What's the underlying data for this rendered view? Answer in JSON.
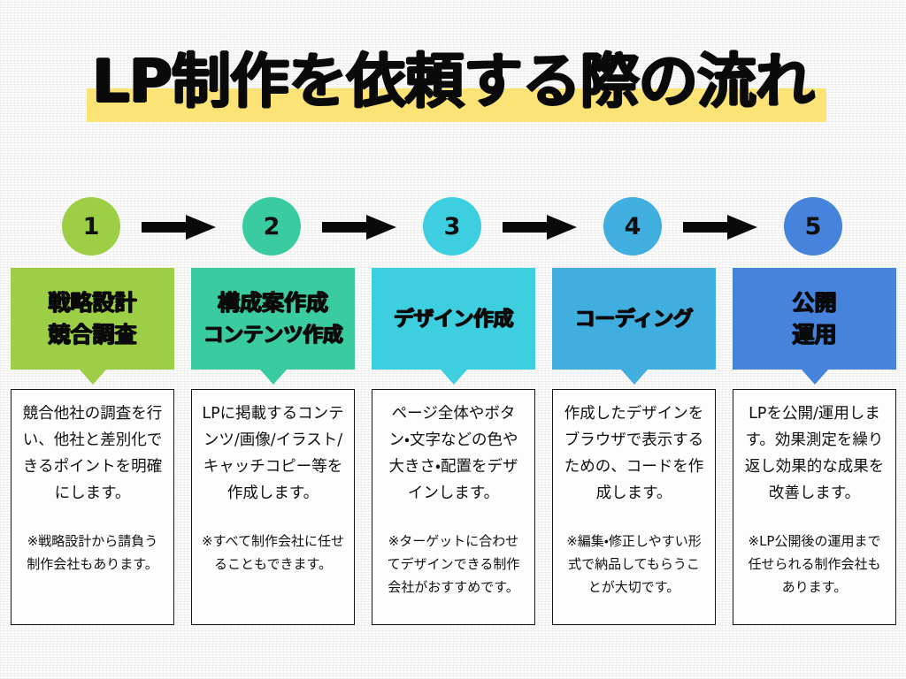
{
  "title": {
    "text": "LP制作を依頼する際の流れ",
    "highlight_color": "#fbe375"
  },
  "background_color": "#f2f2f0",
  "arrow_icon_name": "right-arrow-icon",
  "steps": [
    {
      "number": "1",
      "color": "#9ccf45",
      "banner_lines": [
        "戦略設計",
        "競合調査"
      ],
      "description": "競合他社の調査を行い、他社と差別化できるポイントを明確にします。",
      "note": "※戦略設計から請負う制作会社もあります。"
    },
    {
      "number": "2",
      "color": "#3acca0",
      "banner_lines": [
        "構成案作成",
        "コンテンツ作成"
      ],
      "description": "LPに掲載するコンテンツ/画像/イラスト/キャッチコピー等を作成します。",
      "note": "※すべて制作会社に任せることもできます。"
    },
    {
      "number": "3",
      "color": "#3dcfdf",
      "banner_lines": [
        "デザイン作成"
      ],
      "description": "ページ全体やボタン・文字などの色や大きさ・配置をデザインします。",
      "note": "※ターゲットに合わせてデザインできる制作会社がおすすめです。"
    },
    {
      "number": "4",
      "color": "#41aee0",
      "banner_lines": [
        "コーディング"
      ],
      "description": "作成したデザインをブラウザで表示するための、コードを作成します。",
      "note": "※編集・修正しやすい形式で納品してもらうことが大切です。"
    },
    {
      "number": "5",
      "color": "#4583dc",
      "banner_lines": [
        "公開",
        "運用"
      ],
      "description": "LPを公開/運用します。効果測定を繰り返し効果的な成果を改善します。",
      "note": "※LP公開後の運用まで任せられる制作会社もあります。"
    }
  ]
}
